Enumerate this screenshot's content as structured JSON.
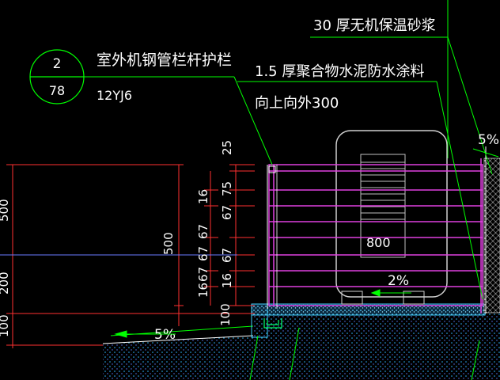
{
  "callout": {
    "number": "2",
    "sheet": "78",
    "title": "室外机钢管栏杆护栏",
    "atlas": "12YJ6"
  },
  "notes": {
    "insulation": "30 厚无机保温砂浆",
    "waterproof_line1": "1.5  厚聚合物水泥防水涂料",
    "waterproof_line2": "向上向外300"
  },
  "slopes": {
    "top_right": "5%",
    "ledge": "2%",
    "ground": "5%"
  },
  "unit_width": "800",
  "dims": {
    "right_col": [
      "25",
      "75",
      "67",
      "67",
      "16"
    ],
    "mid_col": [
      "16",
      "67",
      "67",
      "67",
      "16"
    ],
    "total_mid": "500",
    "bottom": "100",
    "left_col": [
      "500",
      "200",
      "100"
    ]
  },
  "colors": {
    "railing": "#e040e0",
    "leader": "#00ff00",
    "dimension": "#ff3030",
    "hatch": "#2ec8ff",
    "ledge": "#40d0ff",
    "unit": "#d0d0d0",
    "ground_hatch": "#6a7bff"
  }
}
